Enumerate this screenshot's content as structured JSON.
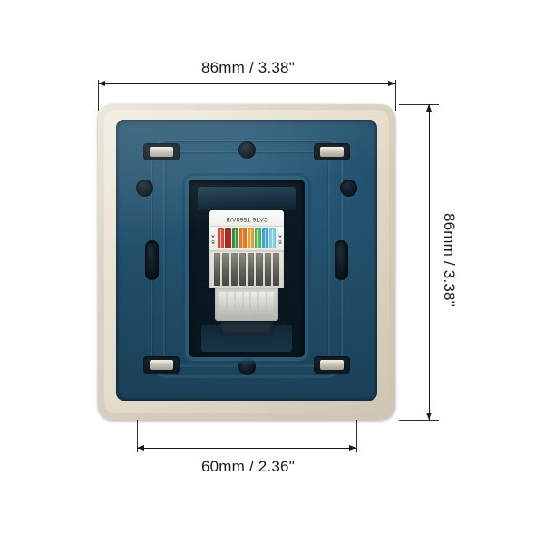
{
  "product": {
    "name": "rj45-network-wall-socket-faceplate",
    "frame_color": "#e3dccb",
    "body_color": "#23506c",
    "cavity_color": "#0a1721"
  },
  "dimensions": {
    "top": {
      "label": "86mm / 3.38\"",
      "name": "width-dimension"
    },
    "right": {
      "label": "86mm / 3.38\"",
      "name": "height-dimension"
    },
    "bottom": {
      "label": "60mm / 2.36\"",
      "name": "mounting-hole-spacing-dimension"
    }
  },
  "jack": {
    "label_text": "CAT6 T568A/B",
    "side_letters_left": [
      "B",
      "A"
    ],
    "side_letters_right": [
      "B",
      "A"
    ],
    "terminal_colors": [
      "#d94f3d",
      "#b02a1f",
      "#3f8f46",
      "#e07b2a",
      "#e8a33d",
      "#5ab55f",
      "#3fa9d4",
      "#7fd0e8"
    ],
    "terminal_count": 8,
    "contact_count": 8,
    "lower_rib_count": 7
  },
  "hardware": {
    "clips": [
      "top-left",
      "top-right",
      "bottom-left",
      "bottom-right"
    ],
    "round_holes": [
      "top-center",
      "bottom-center",
      "left-upper",
      "right-upper"
    ],
    "oval_slots": [
      "left-center",
      "right-center"
    ]
  }
}
